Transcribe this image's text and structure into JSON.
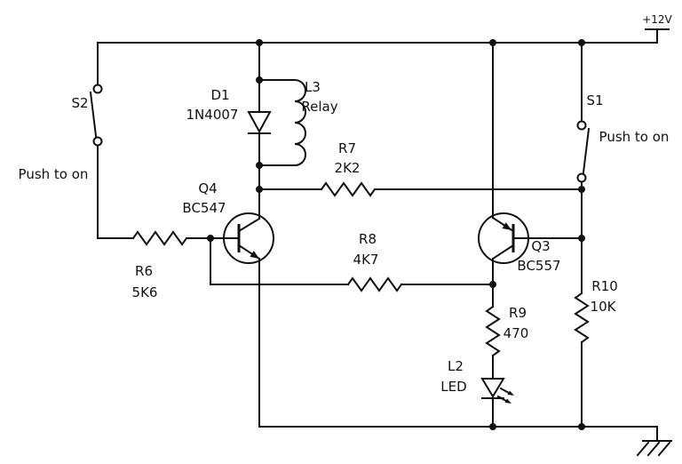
{
  "schematic": {
    "power_label": "+12V",
    "switches": {
      "s2": {
        "ref": "S2",
        "action": "Push to on"
      },
      "s1": {
        "ref": "S1",
        "action": "Push to on"
      }
    },
    "resistors": {
      "r6": {
        "ref": "R6",
        "value": "5K6"
      },
      "r7": {
        "ref": "R7",
        "value": "2K2"
      },
      "r8": {
        "ref": "R8",
        "value": "4K7"
      },
      "r9": {
        "ref": "R9",
        "value": "470"
      },
      "r10": {
        "ref": "R10",
        "value": "10K"
      }
    },
    "diode": {
      "ref": "D1",
      "value": "1N4007"
    },
    "relay": {
      "ref": "L3",
      "value": "Relay"
    },
    "led": {
      "ref": "L2",
      "value": "LED"
    },
    "transistors": {
      "q4": {
        "ref": "Q4",
        "value": "BC547"
      },
      "q3": {
        "ref": "Q3",
        "value": "BC557"
      }
    }
  }
}
